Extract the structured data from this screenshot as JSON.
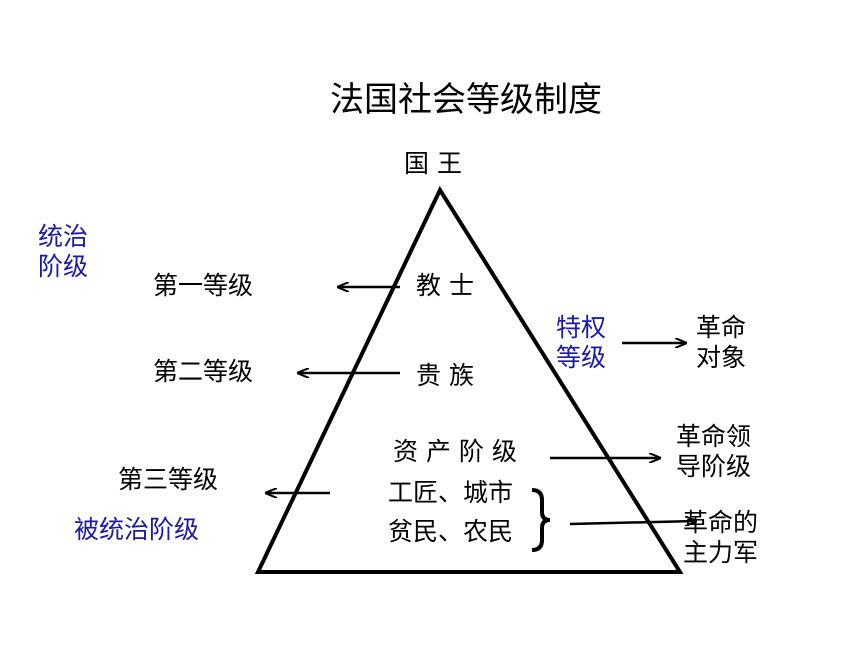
{
  "title": "法国社会等级制度",
  "apex": "国 王",
  "ruling_class": {
    "line1": "统治",
    "line2": "阶级"
  },
  "ruled_class": "被统治阶级",
  "estates": {
    "first": "第一等级",
    "second": "第二等级",
    "third": "第三等级"
  },
  "groups": {
    "clergy": "教 士",
    "nobility": "贵 族",
    "bourgeoisie": "资 产 阶 级",
    "commoners_line1": "工匠、城市",
    "commoners_line2": "贫民、农民"
  },
  "privileged": {
    "line1": "特权",
    "line2": "等级"
  },
  "targets": {
    "revolution_target": {
      "line1": "革命",
      "line2": "对象"
    },
    "revolution_leader": {
      "line1": "革命领",
      "line2": "导阶级"
    },
    "revolution_force": {
      "line1": "革命的",
      "line2": "主力军"
    }
  },
  "colors": {
    "accent_blue": "#1a1aa6",
    "ink": "#000000"
  }
}
